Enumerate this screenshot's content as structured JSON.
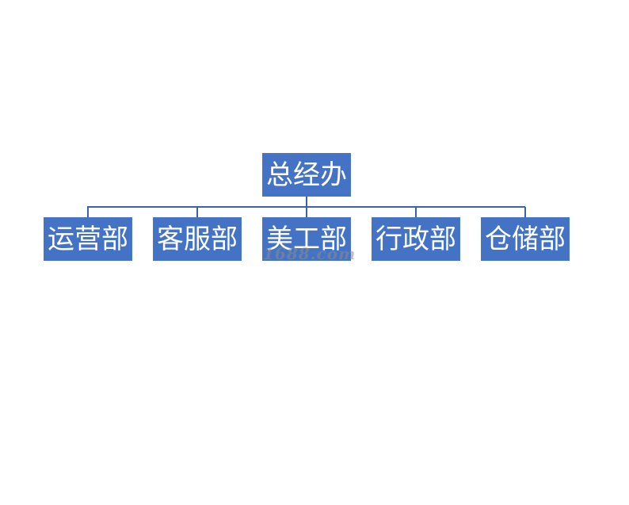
{
  "diagram": {
    "root": {
      "label": "总经办"
    },
    "children": [
      {
        "label": "运营部"
      },
      {
        "label": "客服部"
      },
      {
        "label": "美工部"
      },
      {
        "label": "行政部"
      },
      {
        "label": "仓储部"
      }
    ]
  },
  "watermark": {
    "text": "1688.com"
  },
  "colors": {
    "node_fill": "#4472c4",
    "node_text": "#ffffff",
    "connector": "#3a63a8"
  }
}
